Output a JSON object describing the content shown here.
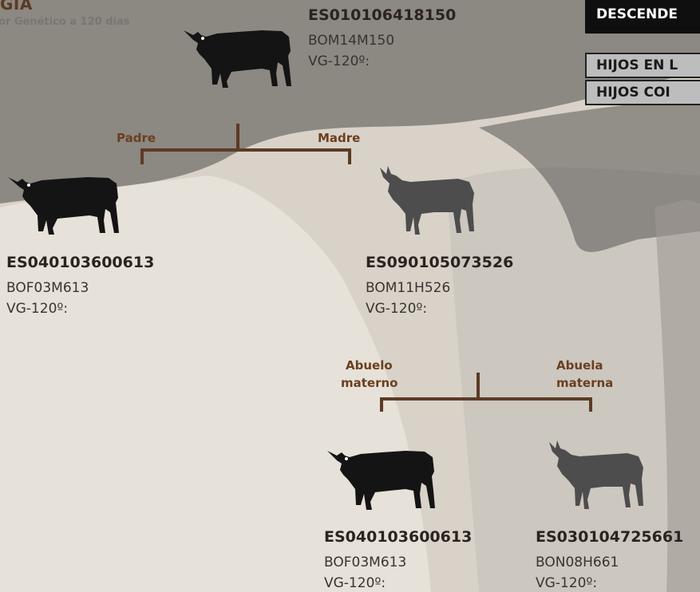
{
  "header": {
    "title": "GÍA",
    "subtitle": "or Genético a 120 días"
  },
  "descendants": {
    "title": "DESCENDE",
    "rows": [
      "HIJOS EN L",
      "HIJOS COI"
    ]
  },
  "subject": {
    "id": "ES010106418150",
    "code": "BOM14M150",
    "vg": "VG-120º:"
  },
  "parents": {
    "father_label": "Padre",
    "mother_label": "Madre",
    "father": {
      "id": "ES040103600613",
      "code": "BOF03M613",
      "vg": "VG-120º:"
    },
    "mother": {
      "id": "ES090105073526",
      "code": "BOM11H526",
      "vg": "VG-120º:"
    }
  },
  "maternal_grandparents": {
    "grandfather_label_1": "Abuelo",
    "grandfather_label_2": "materno",
    "grandmother_label_1": "Abuela",
    "grandmother_label_2": "materna",
    "grandfather": {
      "id": "ES040103600613",
      "code": "BOF03M613",
      "vg": "VG-120º:"
    },
    "grandmother": {
      "id": "ES030104725661",
      "code": "BON08H661",
      "vg": "VG-120º:"
    }
  },
  "icons": {
    "male": "bull-icon",
    "female": "cow-icon"
  },
  "colors": {
    "accent": "#5b3b25",
    "male_silhouette": "#141414",
    "female_silhouette": "#4d4d4d"
  }
}
